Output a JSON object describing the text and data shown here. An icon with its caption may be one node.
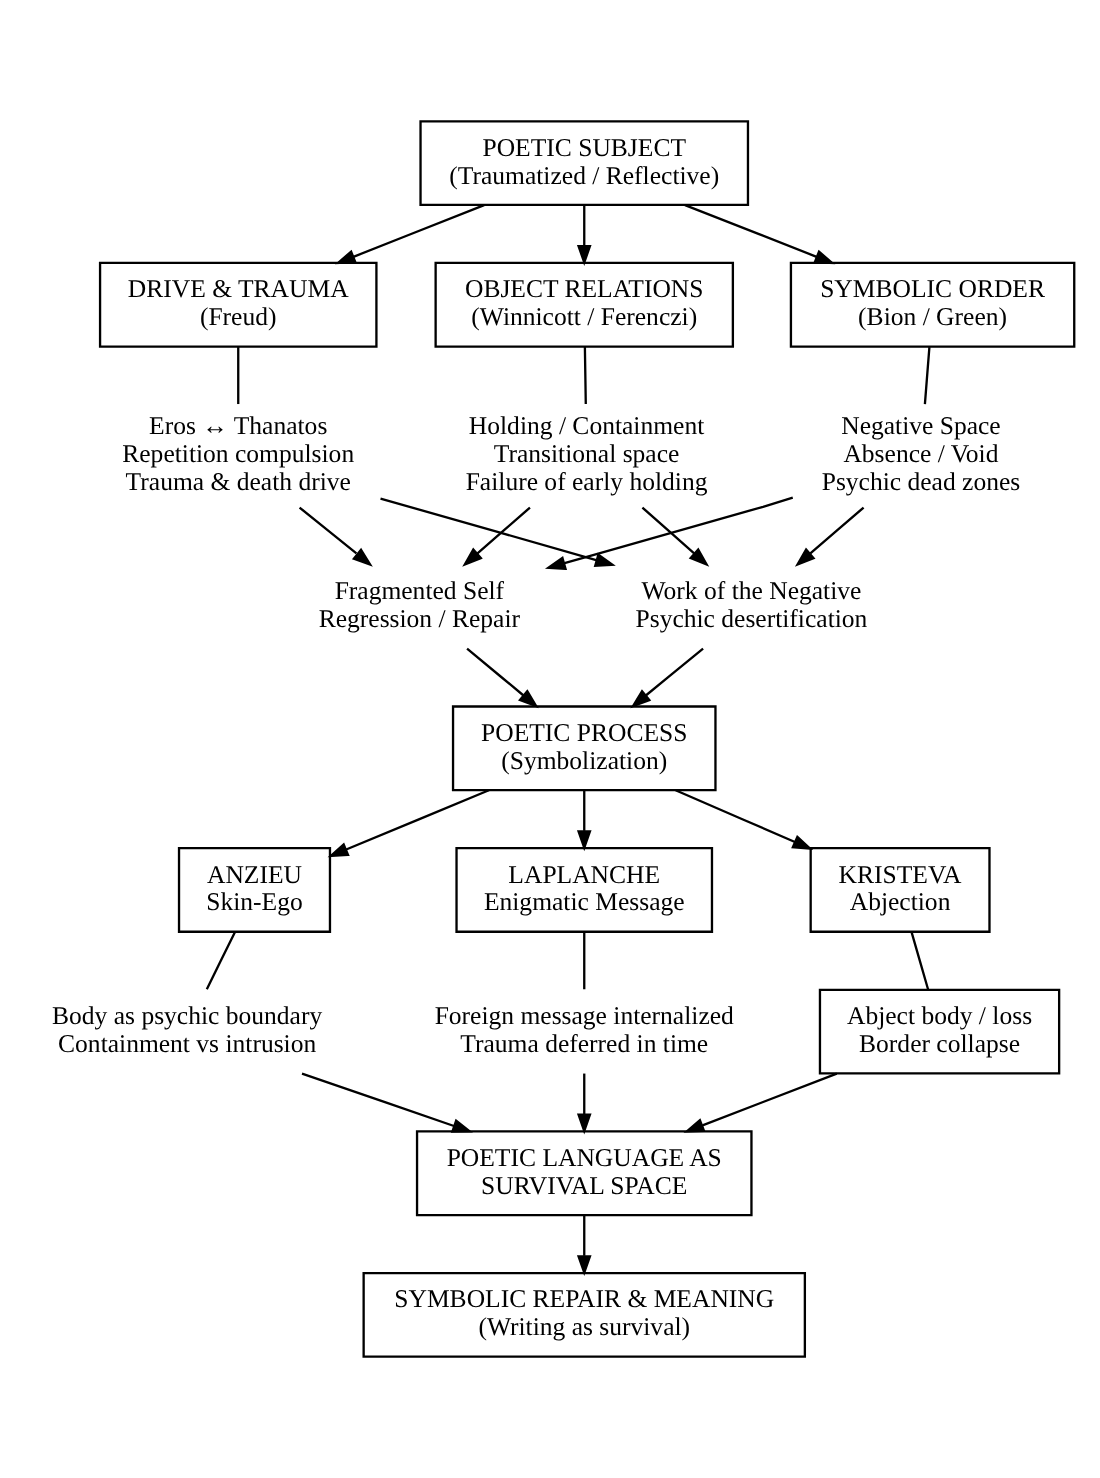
{
  "diagram": {
    "nodes": [
      {
        "text": [
          "POETIC SUBJECT",
          "(Traumatized / Reflective)"
        ]
      },
      {
        "text": [
          "DRIVE & TRAUMA",
          "(Freud)"
        ]
      },
      {
        "text": [
          "OBJECT RELATIONS",
          "(Winnicott / Ferenczi)"
        ]
      },
      {
        "text": [
          "SYMBOLIC ORDER",
          "(Bion / Green)"
        ]
      },
      {
        "text": [
          "Eros ↔ Thanatos Repetition compulsion Trauma & death drive"
        ]
      },
      {
        "text": [
          "Holding / Containment Transitional space Failure of early holding"
        ]
      },
      {
        "text": [
          "Negative Space Absence / Void Psychic dead zones"
        ]
      },
      {
        "text": [
          "Fragmented Self Regression / Repair"
        ]
      },
      {
        "text": [
          "Work of the Negative Psychic desertification"
        ]
      },
      {
        "text": [
          "POETIC PROCESS",
          "(Symbolization)"
        ]
      },
      {
        "text": [
          "ANZIEU",
          "Skin-Ego"
        ]
      },
      {
        "text": [
          "LAPLANCHE",
          "Enigmatic Message"
        ]
      },
      {
        "text": [
          "KRISTEVA",
          "Abjection"
        ]
      },
      {
        "text": [
          "Body as psychic boundary Containment vs intrusion"
        ]
      },
      {
        "text": [
          "Foreign message internalized Trauma deferred in time"
        ]
      },
      {
        "text": [
          "Abject body / loss Border collapse"
        ]
      },
      {
        "text": [
          "POETIC LANGUAGE AS SURVIVAL SPACE"
        ]
      },
      {
        "text": [
          "SYMBOLIC REPAIR & MEANING",
          "(Writing as survival)"
        ]
      }
    ],
    "edges": [
      {
        "from": 0,
        "to": 1,
        "arrow": "to"
      },
      {
        "from": 0,
        "to": 2,
        "arrow": "to"
      },
      {
        "from": 0,
        "to": 3,
        "arrow": "to"
      },
      {
        "from": 1,
        "to": 4,
        "arrow": "none"
      },
      {
        "from": 2,
        "to": 5,
        "arrow": "none"
      },
      {
        "from": 3,
        "to": 6,
        "arrow": "none"
      },
      {
        "from": 4,
        "to": 7,
        "arrow": "to"
      },
      {
        "from": 4,
        "to": 8,
        "arrow": "to"
      },
      {
        "from": 5,
        "to": 7,
        "arrow": "to"
      },
      {
        "from": 5,
        "to": 8,
        "arrow": "to"
      },
      {
        "from": 6,
        "to": 7,
        "arrow": "to"
      },
      {
        "from": 6,
        "to": 8,
        "arrow": "to"
      },
      {
        "from": 7,
        "to": 9,
        "arrow": "to"
      },
      {
        "from": 8,
        "to": 9,
        "arrow": "to"
      },
      {
        "from": 9,
        "to": 10,
        "arrow": "to"
      },
      {
        "from": 9,
        "to": 11,
        "arrow": "to"
      },
      {
        "from": 9,
        "to": 12,
        "arrow": "to"
      },
      {
        "from": 10,
        "to": 13,
        "arrow": "none"
      },
      {
        "from": 11,
        "to": 14,
        "arrow": "none"
      },
      {
        "from": 12,
        "to": 15,
        "arrow": "none"
      },
      {
        "from": 13,
        "to": 16,
        "arrow": "to"
      },
      {
        "from": 14,
        "to": 16,
        "arrow": "to"
      },
      {
        "from": 15,
        "to": 16,
        "arrow": "to"
      },
      {
        "from": 16,
        "to": 17,
        "arrow": "to"
      }
    ]
  }
}
